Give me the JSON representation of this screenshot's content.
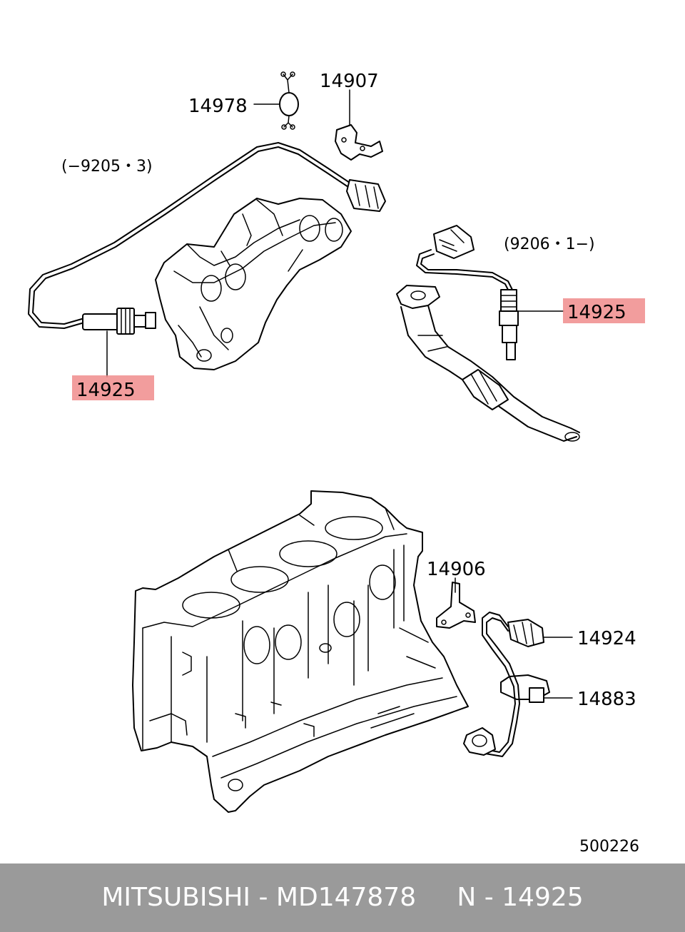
{
  "labels": {
    "p14907": "14907",
    "p14978": "14978",
    "range_left": "(−9205・3)",
    "range_right": "(9206・1−)",
    "p14925_right": "14925",
    "p14925_left": "14925",
    "p14906": "14906",
    "p14924": "14924",
    "p14883": "14883",
    "diagram_code": "500226"
  },
  "footer": {
    "brand": "MITSUBISHI",
    "part_number": "MD147878",
    "ref": "N - 14925",
    "text": "MITSUBISHI - MD147878     N - 14925"
  },
  "colors": {
    "highlight": "#f08c8c",
    "footer_bg": "#9a9a9a",
    "footer_text": "#ffffff"
  }
}
